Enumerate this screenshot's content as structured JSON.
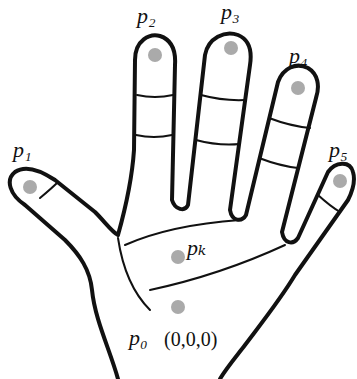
{
  "diagram": {
    "labels": [
      "p₁",
      "p₂",
      "p₃",
      "p₄",
      "p₅",
      "pₖ",
      "p₀",
      "(0,0,0)"
    ]
  }
}
